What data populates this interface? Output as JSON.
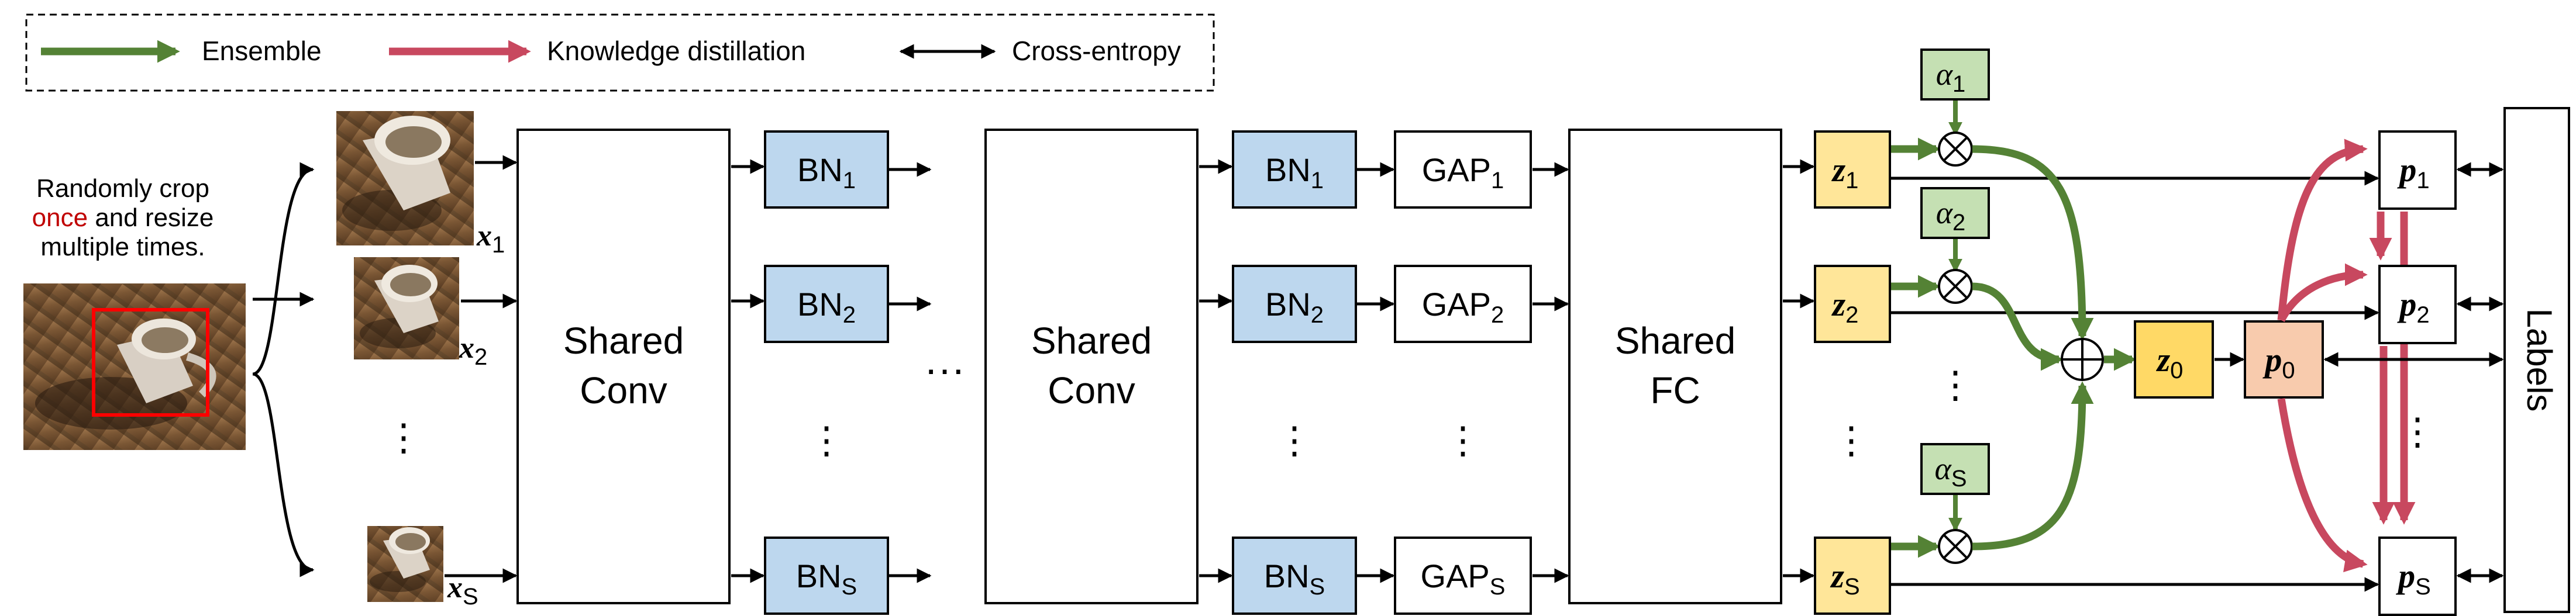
{
  "legend": {
    "ensemble": "Ensemble",
    "distill": "Knowledge distillation",
    "xent": "Cross-entropy"
  },
  "crop_text": {
    "line1": "Randomly crop",
    "once": "once",
    "line2_rest": " and resize",
    "line3": "multiple times."
  },
  "inputs": [
    {
      "base": "x",
      "sub": "1"
    },
    {
      "base": "x",
      "sub": "2"
    },
    {
      "base": "x",
      "sub": "S"
    }
  ],
  "conv1": {
    "line1": "Shared",
    "line2": "Conv"
  },
  "conv2": {
    "line1": "Shared",
    "line2": "Conv"
  },
  "fc": {
    "line1": "Shared",
    "line2": "FC"
  },
  "bn": {
    "base": "BN",
    "subs": [
      "1",
      "2",
      "S"
    ]
  },
  "gap": {
    "base": "GAP",
    "subs": [
      "1",
      "2",
      "S"
    ]
  },
  "logits": {
    "base": "z",
    "subs": [
      "1",
      "2",
      "S"
    ],
    "ensemble_sub": "0"
  },
  "alphas": {
    "base": "α",
    "subs": [
      "1",
      "2",
      "S"
    ]
  },
  "probs": {
    "base": "p",
    "subs": [
      "1",
      "2",
      "S"
    ],
    "ensemble_sub": "0"
  },
  "dots": {
    "h": "···",
    "v": "⋮"
  },
  "labels": "Labels",
  "colors": {
    "ensemble_green": "#548235",
    "distill_red": "#c8485f",
    "bn_fill": "#bdd7ee",
    "z_fill": "#ffe699",
    "z0_fill": "#ffd966",
    "alpha_fill": "#c5e0b3",
    "p0_fill": "#f8cbad",
    "crop_box": "#ff0000",
    "once_text": "#c00000"
  }
}
